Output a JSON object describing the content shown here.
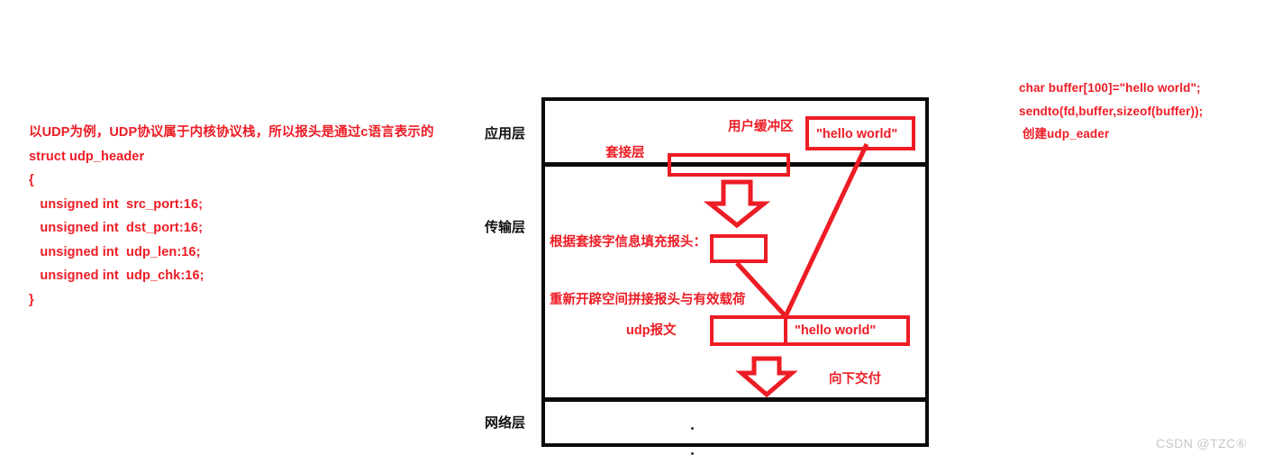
{
  "left_note": {
    "lines": [
      "以UDP为例，UDP协议属于内核协议栈，所以报头是通过c语言表示的",
      "struct udp_header",
      "{",
      "   unsigned int  src_port:16;",
      "   unsigned int  dst_port:16;",
      "   unsigned int  udp_len:16;",
      "   unsigned int  udp_chk:16;",
      "}"
    ]
  },
  "right_note": {
    "lines": [
      "char buffer[100]=\"hello world\";",
      "sendto(fd,buffer,sizeof(buffer));",
      " 创建udp_eader"
    ]
  },
  "diagram": {
    "layers": [
      {
        "label": "应用层"
      },
      {
        "label": "传输层"
      },
      {
        "label": "网络层"
      }
    ],
    "application_layer": {
      "user_buffer_label": "用户缓冲区",
      "user_buffer_content": "\"hello world\"",
      "socket_layer_label": "套接层"
    },
    "transport_layer": {
      "fill_header_label": "根据套接字信息填充报头：",
      "reassemble_label": "重新开辟空间拼接报头与有效载荷",
      "udp_packet_label": "udp报文",
      "udp_packet_payload": "\"hello world\"",
      "udp_packet_header": "",
      "deliver_down_label": "向下交付"
    },
    "network_layer": {
      "content": ""
    }
  },
  "colors": {
    "accent_red": "#ee1c25",
    "frame_black": "#0b0b0b",
    "watermark_gray": "#c8c8c8"
  },
  "watermark": "CSDN @TZC⑥"
}
